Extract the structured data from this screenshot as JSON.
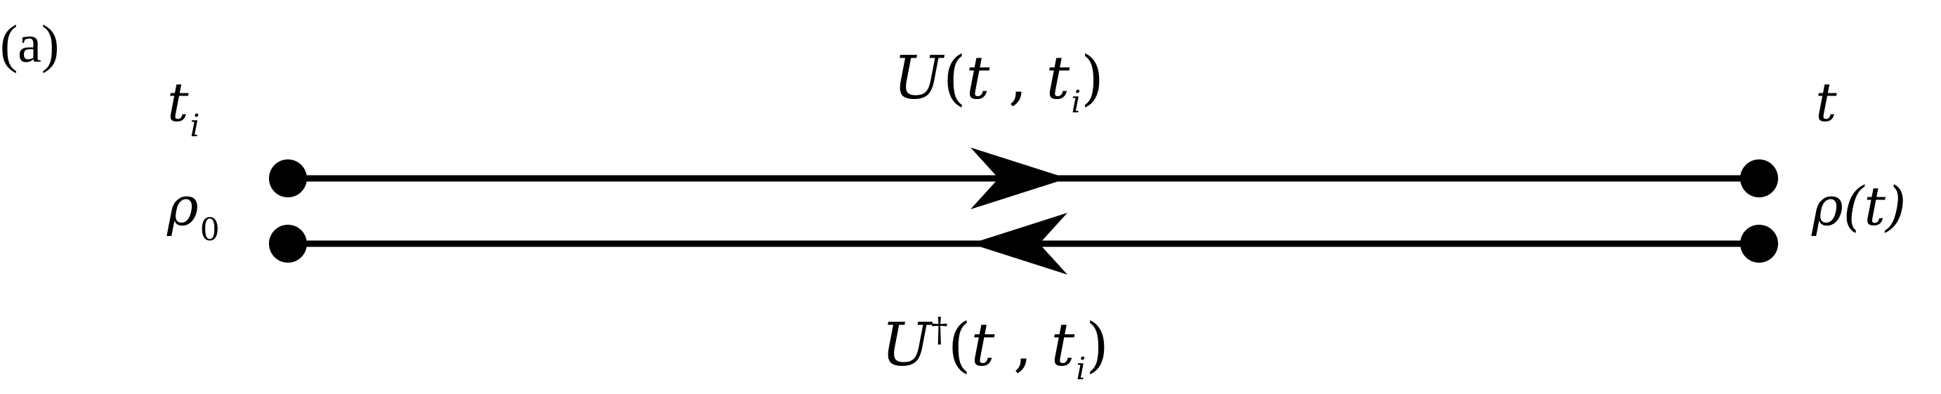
{
  "panel_label": "(a)",
  "start_time": {
    "base": "t",
    "sub": "i"
  },
  "start_state": {
    "base": "ρ",
    "sub": "0"
  },
  "end_time": "t",
  "end_state": {
    "base": "ρ",
    "arg": "(t)"
  },
  "forward_operator": {
    "base": "U",
    "args_open": "(",
    "arg1": "t",
    "sep": " , ",
    "arg2_base": "t",
    "arg2_sub": "i",
    "args_close": ")"
  },
  "backward_operator": {
    "base": "U",
    "sup": "†",
    "args_open": "(",
    "arg1": "t",
    "sep": " , ",
    "arg2_base": "t",
    "arg2_sub": "i",
    "args_close": ")"
  }
}
